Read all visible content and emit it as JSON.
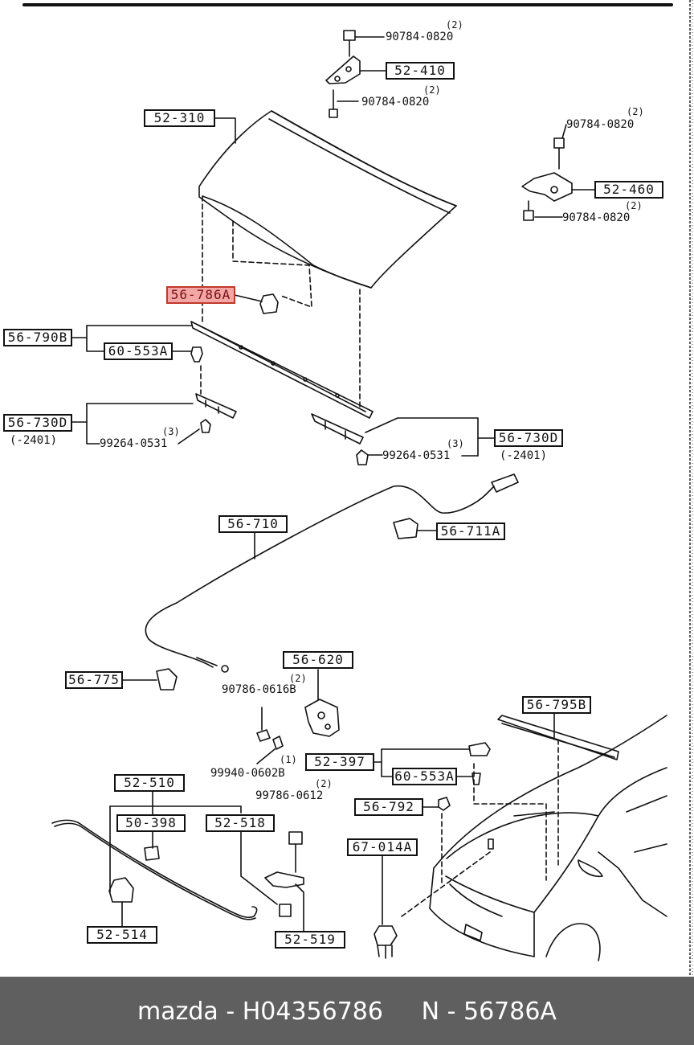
{
  "labels": {
    "p52_310": "52-310",
    "p52_410": "52-410",
    "p52_460": "52-460",
    "p56_786A": "56-786A",
    "p56_790B": "56-790B",
    "p60_553A_1": "60-553A",
    "p56_730D_1": "56-730D",
    "p56_730D_2": "56-730D",
    "p56_710": "56-710",
    "p56_711A": "56-711A",
    "p56_775": "56-775",
    "p56_620": "56-620",
    "p56_795B": "56-795B",
    "p52_397": "52-397",
    "p60_553A_2": "60-553A",
    "p56_792": "56-792",
    "p67_014A": "67-014A",
    "p52_510": "52-510",
    "p50_398": "50-398",
    "p52_518": "52-518",
    "p52_514": "52-514",
    "p52_519": "52-519"
  },
  "bolts": {
    "b1": "90784-0820",
    "b2": "90784-0820",
    "b3": "90784-0820",
    "b4": "90784-0820",
    "b5": "99264-0531",
    "b6": "99264-0531",
    "b7": "90786-0616B",
    "b8": "99940-0602B",
    "b9": "99786-0612"
  },
  "qty": {
    "q1": "(2)",
    "q2": "(2)",
    "q3": "(2)",
    "q4": "(2)",
    "q5": "(3)",
    "q6": "(3)",
    "q7": "(2)",
    "q8": "(1)",
    "q9": "(2)"
  },
  "ranges": {
    "r1": "(-2401)",
    "r2": "(-2401)"
  },
  "highlight_color": "#f2a6a6",
  "footer": {
    "text": "mazda - H04356786     N - 56786A"
  }
}
